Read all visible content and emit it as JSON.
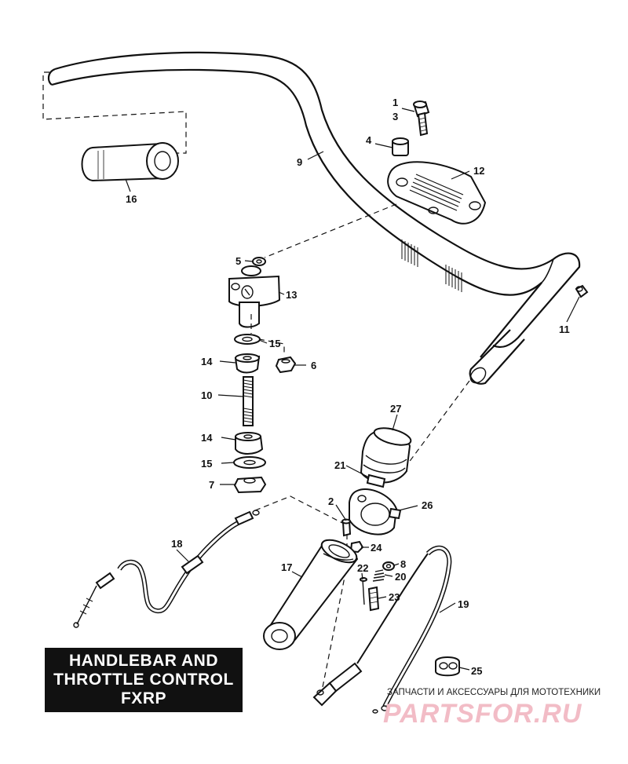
{
  "title": {
    "line1": "HANDLEBAR AND",
    "line2": "THROTTLE CONTROL",
    "line3": "FXRP"
  },
  "watermark": {
    "caption": "ЗАПЧАСТИ И АКСЕССУАРЫ ДЛЯ МОТОТЕХНИКИ",
    "logo": "PARTSFOR.RU"
  },
  "callouts": {
    "p1": "1",
    "p2": "2",
    "p3": "3",
    "p4": "4",
    "p5": "5",
    "p6": "6",
    "p7": "7",
    "p8": "8",
    "p9": "9",
    "p10": "10",
    "p11": "11",
    "p12": "12",
    "p13": "13",
    "p14a": "14",
    "p14b": "14",
    "p15a": "15",
    "p15b": "15",
    "p16": "16",
    "p17": "17",
    "p18": "18",
    "p19": "19",
    "p20": "20",
    "p21": "21",
    "p22": "22",
    "p23": "23",
    "p24": "24",
    "p25": "25",
    "p26": "26",
    "p27": "27"
  }
}
